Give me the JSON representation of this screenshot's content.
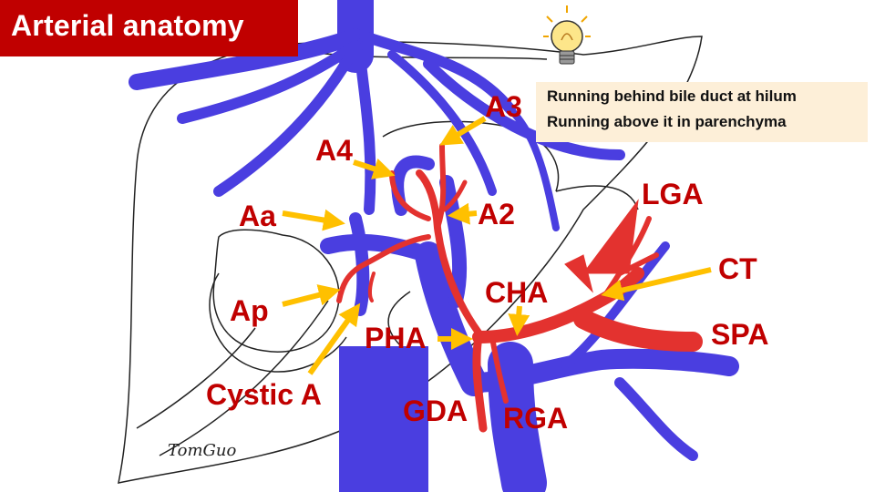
{
  "title": "Arterial anatomy",
  "note": {
    "line1": "Running behind bile duct at hilum",
    "line2": "Running above it in parenchyma"
  },
  "labels": {
    "a3": "A3",
    "a4": "A4",
    "a2": "A2",
    "aa": "Aa",
    "ap": "Ap",
    "cystic_a": "Cystic A",
    "pha": "PHA",
    "gda": "GDA",
    "rga": "RGA",
    "cha": "CHA",
    "lga": "LGA",
    "ct": "CT",
    "spa": "SPA"
  },
  "signature": "TomGuo",
  "colors": {
    "title_bg": "#c00000",
    "label": "#c00000",
    "vein": "#4a3ee0",
    "artery": "#e3322f",
    "arrow": "#ffc000",
    "note_bg": "#fdefd8"
  },
  "icons": [
    "lightbulb-icon"
  ]
}
